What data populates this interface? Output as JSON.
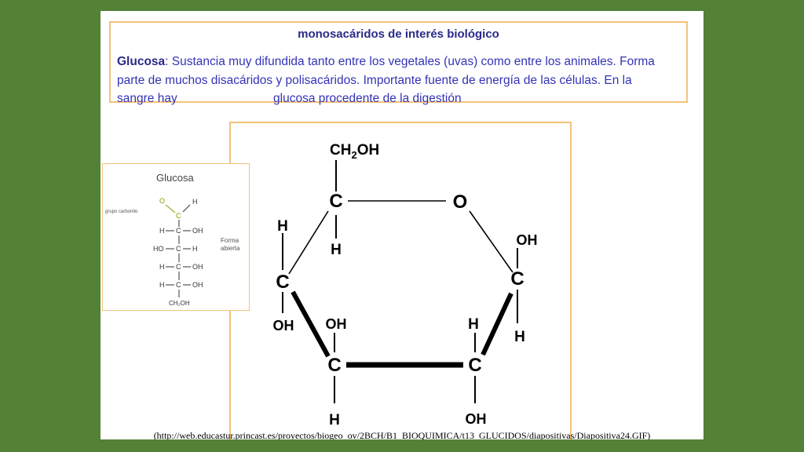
{
  "header": {
    "title": "monosacáridos de interés biológico",
    "term": "Glucosa",
    "description": ": Sustancia muy difundida tanto entre los vegetales (uvas) como entre los animales. Forma parte de muchos disacáridos y polisacáridos. Importante fuente de energía de las células. En la sangre hay",
    "description_tail": "glucosa procedente de la digestión"
  },
  "open_chain": {
    "title": "Glucosa",
    "carbonyl_label": "grupo carbonilo",
    "form_label_1": "Forma",
    "form_label_2": "abierta",
    "rows": [
      {
        "left": "H",
        "right": "OH"
      },
      {
        "left": "HO",
        "right": "H"
      },
      {
        "left": "H",
        "right": "OH"
      },
      {
        "left": "H",
        "right": "OH"
      }
    ],
    "aldehyde_h": "H",
    "carbon": "C",
    "oxygen": "O",
    "bottom_group": "CH₂OH"
  },
  "ring": {
    "ch2oh_main": "CH",
    "ch2oh_sub": "2",
    "ch2oh_tail": "OH",
    "ring_oxygen": "O",
    "carbon": "C",
    "hydrogen": "H",
    "hydroxyl": "OH"
  },
  "source": "(http://web.educastur.princast.es/proyectos/biogeo_ov/2BCH/B1_BIOQUIMICA/t13_GLUCIDOS/diapositivas/Diapositiva24.GIF)"
}
